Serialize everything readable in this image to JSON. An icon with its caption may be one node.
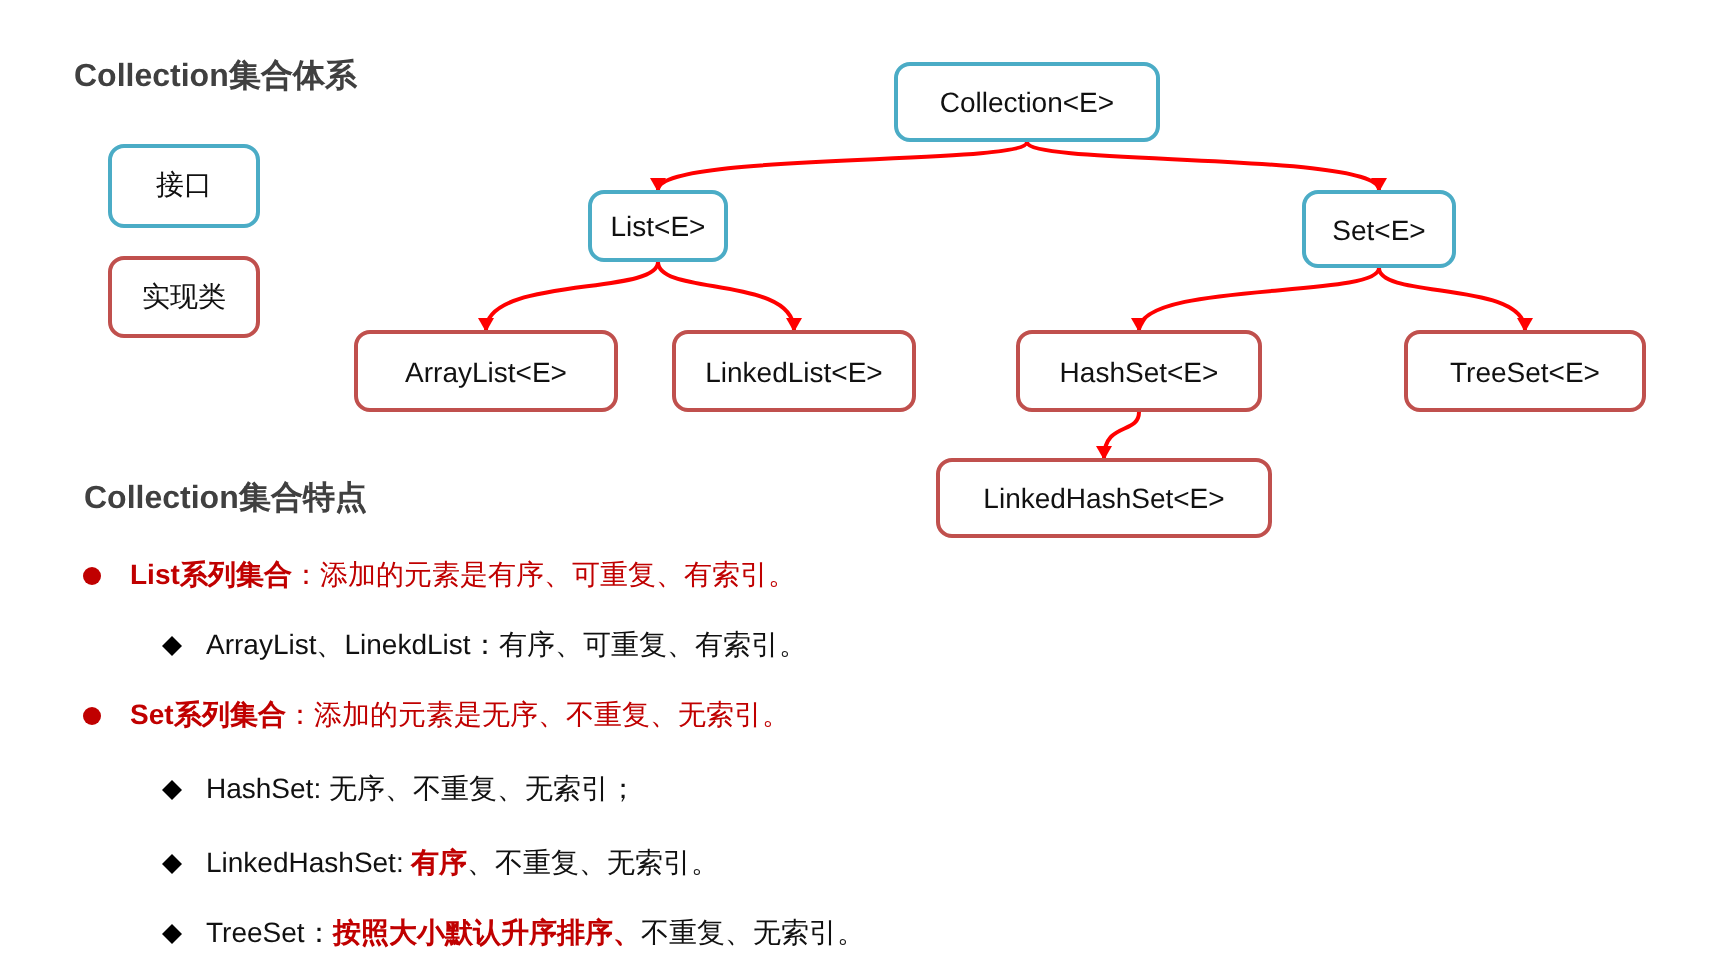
{
  "diagram": {
    "title": "Collection集合体系",
    "nodes": [
      {
        "text": [
          "接口"
        ]
      },
      {
        "text": [
          "实现类"
        ]
      },
      {
        "text": [
          "Collection<E>"
        ]
      },
      {
        "text": [
          "List<E>"
        ]
      },
      {
        "text": [
          "Set<E>"
        ]
      },
      {
        "text": [
          "ArrayList<E>"
        ]
      },
      {
        "text": [
          "LinkedList<E>"
        ]
      },
      {
        "text": [
          "HashSet<E>"
        ]
      },
      {
        "text": [
          "TreeSet<E>"
        ]
      },
      {
        "text": [
          "LinkedHashSet<E>"
        ]
      }
    ],
    "edges": [
      {
        "from": 2,
        "to": 3,
        "arrow": "to"
      },
      {
        "from": 2,
        "to": 4,
        "arrow": "to"
      },
      {
        "from": 3,
        "to": 5,
        "arrow": "to"
      },
      {
        "from": 3,
        "to": 6,
        "arrow": "to"
      },
      {
        "from": 4,
        "to": 7,
        "arrow": "to"
      },
      {
        "from": 4,
        "to": 8,
        "arrow": "to"
      },
      {
        "from": 7,
        "to": 9,
        "arrow": "to"
      }
    ],
    "labels": [
      "Collection集合特点",
      "**List系列集合**：添加的元素是有序、可重复、有索引。",
      "ArrayList、LinekdList：有序、可重复、有索引。",
      "**Set系列集合**：添加的元素是无序、不重复、无索引。",
      "HashSet: 无序、不重复、无索引；",
      "LinkedHashSet: **有序**、不重复、无索引。",
      "TreeSet：**按照大小默认升序排序、**不重复、无索引。"
    ]
  }
}
